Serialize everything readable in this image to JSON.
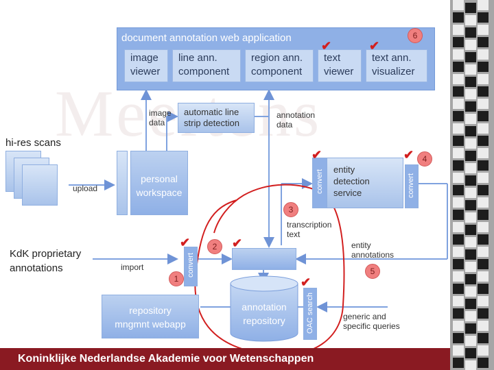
{
  "app": {
    "title": "document annotation web application",
    "number": "6",
    "components": [
      "image viewer",
      "line ann. component",
      "region ann. component",
      "text viewer",
      "text ann. visualizer"
    ],
    "component_lines": [
      [
        "image",
        "viewer"
      ],
      [
        "line ann.",
        "component"
      ],
      [
        "region ann.",
        "component"
      ],
      [
        "text",
        "viewer"
      ],
      [
        "text ann.",
        "visualizer"
      ]
    ]
  },
  "labels": {
    "image_data": [
      "image",
      "data"
    ],
    "line_strip": [
      "automatic line",
      "strip detection"
    ],
    "annotation_data": [
      "annotation",
      "data"
    ],
    "hires_scans": "hi-res scans",
    "upload": "upload",
    "personal_workspace": [
      "personal",
      "workspace"
    ],
    "entity_service": [
      "entity",
      "detection",
      "service"
    ],
    "convert": "convert",
    "transcription_text": [
      "transcription",
      "text"
    ],
    "kdk": [
      "KdK proprietary",
      "annotations"
    ],
    "import": "import",
    "entity_annotations": [
      "entity",
      "annotations"
    ],
    "repository_webapp": [
      "repository",
      "mngmnt webapp"
    ],
    "annotation_repository": [
      "annotation",
      "repository"
    ],
    "oac_search": "OAC search",
    "generic_queries": [
      "generic and",
      "specific queries"
    ]
  },
  "numbers": {
    "n1": "1",
    "n2": "2",
    "n3": "3",
    "n4": "4",
    "n5": "5"
  },
  "footer": "Koninklijke Nederlandse Akademie voor Wetenschappen",
  "colors": {
    "box": "#a9c3ea",
    "accent_red": "#d21f1f",
    "footer": "#8a1a22",
    "number_circle": "#f07f7f"
  }
}
